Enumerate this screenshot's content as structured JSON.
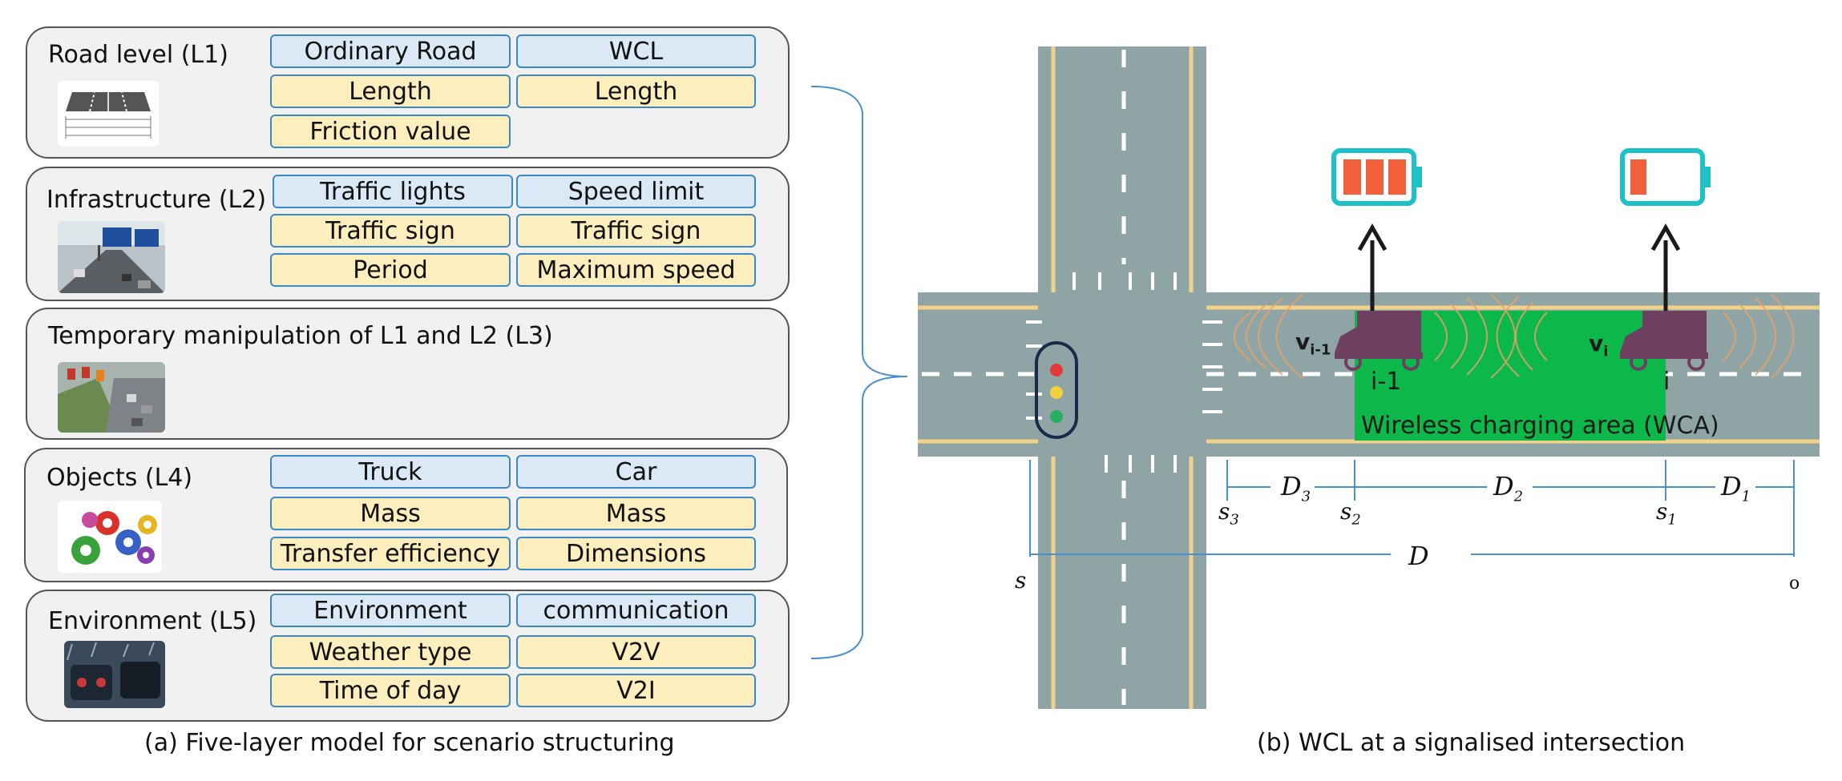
{
  "layers": [
    {
      "title": "Road level (L1)",
      "rows": [
        [
          "Ordinary Road",
          "WCL"
        ],
        [
          "Length",
          "Length"
        ],
        [
          "Friction value",
          ""
        ]
      ]
    },
    {
      "title": "Infrastructure (L2)",
      "rows": [
        [
          "Traffic lights",
          "Speed limit"
        ],
        [
          "Traffic sign",
          "Traffic sign"
        ],
        [
          "Period",
          "Maximum speed"
        ]
      ]
    },
    {
      "title": "Temporary manipulation of L1 and L2 (L3)",
      "rows": []
    },
    {
      "title": "Objects (L4)",
      "rows": [
        [
          "Truck",
          "Car"
        ],
        [
          "Mass",
          "Mass"
        ],
        [
          "Transfer efficiency",
          "Dimensions"
        ]
      ]
    },
    {
      "title": "Environment (L5)",
      "rows": [
        [
          "Environment",
          "communication"
        ],
        [
          "Weather type",
          "V2V"
        ],
        [
          "Time of day",
          "V2I"
        ]
      ]
    }
  ],
  "captions": {
    "left": "(a) Five-layer model for scenario structuring",
    "right": "(b) WCL at a signalised intersection"
  },
  "diagram": {
    "wca_label": "Wireless charging area (WCA)",
    "vehicle_speed_1": "v",
    "vehicle_speed_1_sub": "i-1",
    "vehicle_label_1": "i-1",
    "vehicle_speed_2": "v",
    "vehicle_speed_2_sub": "i",
    "vehicle_label_2": "i",
    "d3": "D",
    "d3_sub": "3",
    "d2": "D",
    "d2_sub": "2",
    "d1": "D",
    "d1_sub": "1",
    "d": "D",
    "s3": "s",
    "s3_sub": "3",
    "s2": "s",
    "s2_sub": "2",
    "s1": "s",
    "s1_sub": "1",
    "s": "s",
    "o": "o"
  },
  "colors": {
    "road": "#8fa5a5",
    "lane_line_yellow": "#f2d28a",
    "wca_green": "#0cb84a",
    "truck": "#6e3f5e",
    "battery_frame": "#1cc2c8",
    "battery_fill": "#f2603b",
    "dimension_line": "#4a90d0",
    "signal_frame": "#1c2a4a"
  }
}
